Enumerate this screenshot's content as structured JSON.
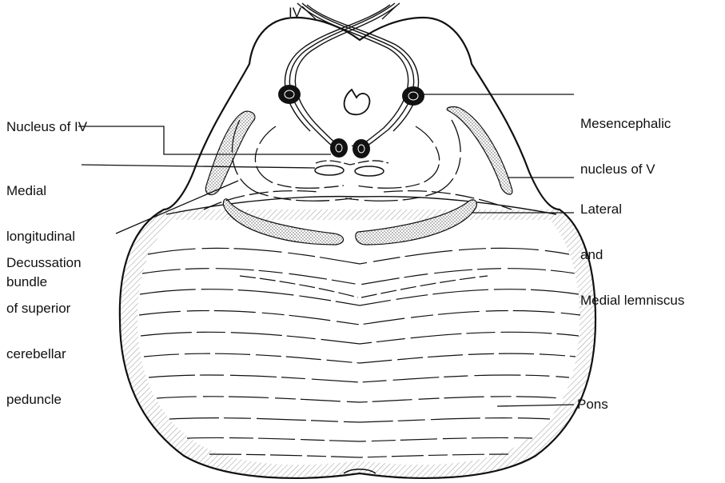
{
  "labels": {
    "iv_nerve": "IV",
    "nucleus_iv": "Nucleus of IV",
    "mlf": [
      "Medial",
      "longitudinal",
      "bundle"
    ],
    "decussation": [
      "Decussation",
      "of superior",
      "cerebellar",
      "peduncle"
    ],
    "mesencephalic": [
      "Mesencephalic",
      "nucleus of V"
    ],
    "lemniscus": [
      "Lateral",
      "and",
      "Medial lemniscus"
    ],
    "pons": "Pons"
  },
  "colors": {
    "ink": "#111111",
    "stipple": "#c8c8c8"
  }
}
